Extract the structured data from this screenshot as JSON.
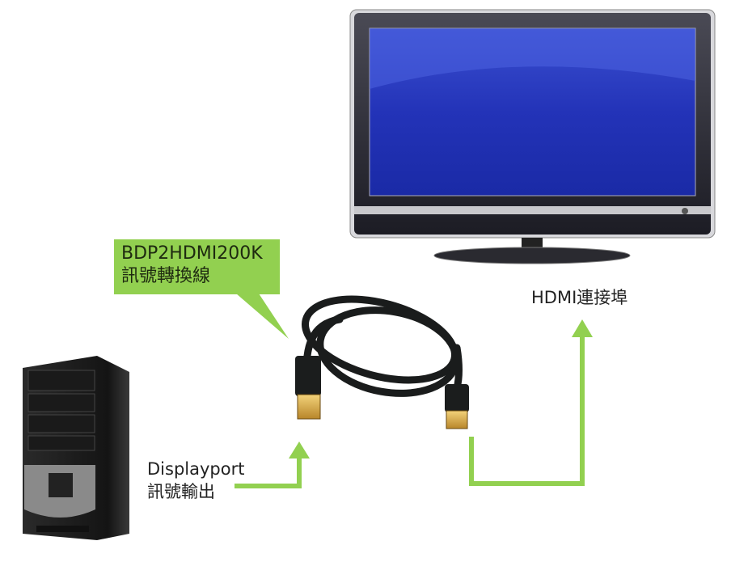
{
  "callout": {
    "model": "BDP2HDMI200K",
    "description": "訊號轉換線",
    "color": "#92d050"
  },
  "labels": {
    "hdmi_port": "HDMI連接埠",
    "displayport_line1": "Displayport",
    "displayport_line2": "訊號輸出"
  },
  "arrow_color": "#92d050"
}
